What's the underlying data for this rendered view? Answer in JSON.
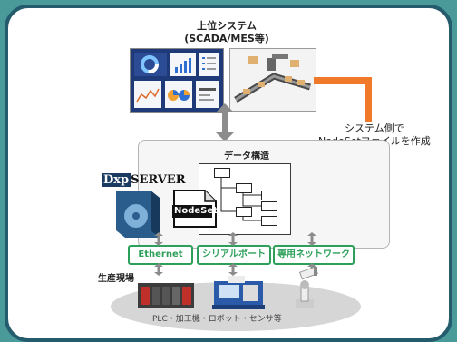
{
  "top_system": {
    "line1": "上位システム",
    "line2": "(SCADA/MES等)"
  },
  "annotation": {
    "line1": "システム側で",
    "line2": "NodeSetファイルを作成"
  },
  "data_structure_label": "データ構造",
  "nodeset_label": "NodeSet",
  "server_logo": {
    "prefix": "Dxp",
    "name": "SERVER"
  },
  "connections": [
    "Ethernet",
    "シリアルポート",
    "専用ネットワーク"
  ],
  "field_label": "生産現場",
  "devices_caption": "PLC・加工機・ロボット・センサ等",
  "colors": {
    "accent": "#f07a2a",
    "connection": "#2ca05a",
    "frame": "#245c6e",
    "background": "#4a9a9a"
  }
}
